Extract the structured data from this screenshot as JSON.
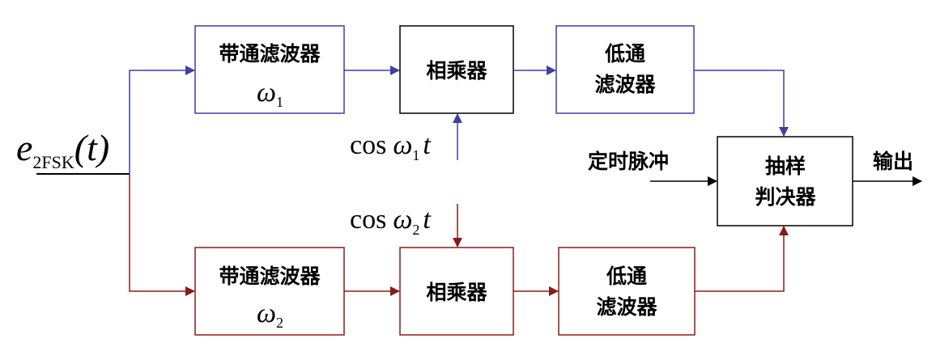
{
  "input": {
    "var": "e",
    "sub": "2FSK",
    "arg": "(t)"
  },
  "upper": {
    "bandpass": {
      "label": "带通滤波器",
      "omega": "ω",
      "omega_sub": "1"
    },
    "multiplier": {
      "label": "相乘器"
    },
    "carrier": {
      "cos": "cos",
      "omega": "ω",
      "sub": "1",
      "t": "t"
    },
    "lowpass": {
      "line1": "低通",
      "line2": "滤波器"
    }
  },
  "lower": {
    "bandpass": {
      "label": "带通滤波器",
      "omega": "ω",
      "omega_sub": "2"
    },
    "multiplier": {
      "label": "相乘器"
    },
    "carrier": {
      "cos": "cos",
      "omega": "ω",
      "sub": "2",
      "t": "t"
    },
    "lowpass": {
      "line1": "低通",
      "line2": "滤波器"
    }
  },
  "decision": {
    "line1": "抽样",
    "line2": "判决器"
  },
  "timing_label": "定时脉冲",
  "output_label": "输出",
  "colors": {
    "upper_path": "#3f3fa8",
    "lower_path": "#8b1a1a",
    "black": "#000000"
  }
}
